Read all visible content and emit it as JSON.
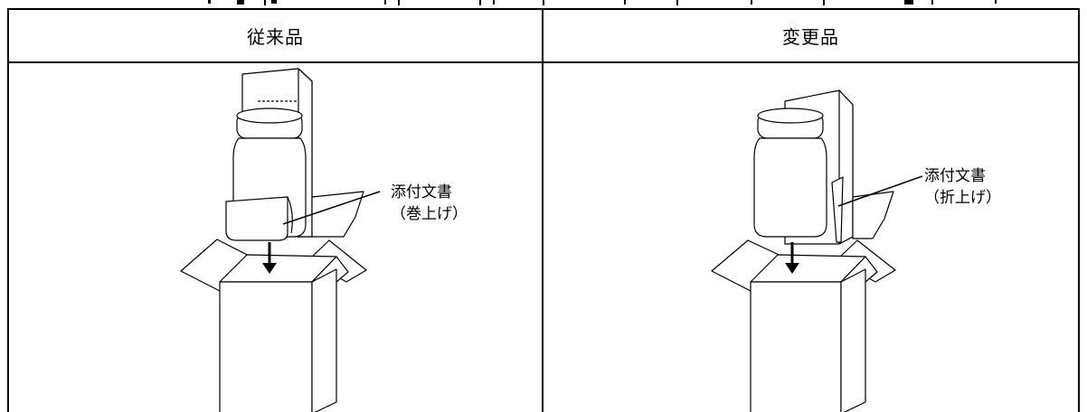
{
  "table": {
    "headers": [
      "従来品",
      "変更品"
    ]
  },
  "left_panel": {
    "label_title": "添付文書",
    "label_sub": "（巻上げ）"
  },
  "right_panel": {
    "label_title": "添付文書",
    "label_sub": "（折上げ）"
  }
}
